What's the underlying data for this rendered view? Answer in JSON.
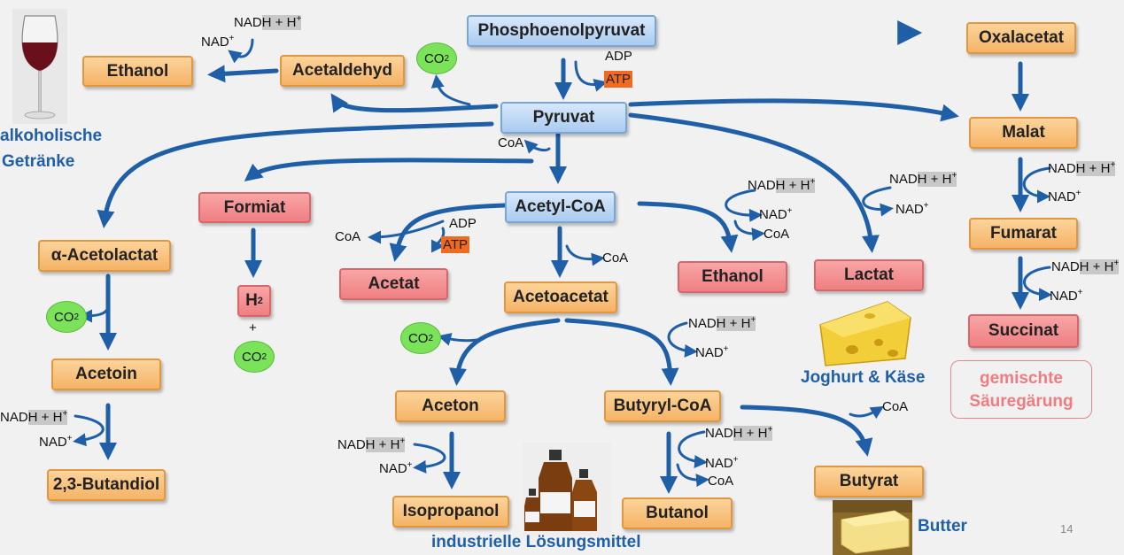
{
  "nodes": {
    "pep": "Phosphoenolpyruvat",
    "pyruvat": "Pyruvat",
    "acetyl_coa": "Acetyl-CoA",
    "oxalacetat": "Oxalacetat",
    "malat": "Malat",
    "fumarat": "Fumarat",
    "succinat": "Succinat",
    "ethanol_top": "Ethanol",
    "acetaldehyd": "Acetaldehyd",
    "formiat": "Formiat",
    "acetolactat": "α-Acetolactat",
    "acetoin": "Acetoin",
    "butandiol": "2,3-Butandiol",
    "acetat": "Acetat",
    "acetoacetat": "Acetoacetat",
    "ethanol_mid": "Ethanol",
    "lactat": "Lactat",
    "aceton": "Aceton",
    "butyryl_coa": "Butyryl-CoA",
    "isopropanol": "Isopropanol",
    "butanol": "Butanol",
    "butyrat": "Butyrat",
    "h2": "H",
    "h2_sub": "2"
  },
  "cofactors": {
    "nadh": "NADH + H",
    "nadh_plus": "+",
    "nad": "NAD",
    "nad_plus": "+",
    "adp": "ADP",
    "atp": "ATP",
    "coa": "CoA",
    "co2": "CO",
    "co2_sub": "2",
    "plus": "+"
  },
  "captions": {
    "alkoholische": "alkoholische",
    "getraenke": "Getränke",
    "joghurt": "Joghurt & Käse",
    "industrielle": "industrielle Lösungsmittel",
    "butter": "Butter",
    "mixed_line1": "gemischte",
    "mixed_line2": "Säuregärung"
  },
  "page_number": "14",
  "colors": {
    "arrow_blue": "#1f5fa8",
    "blue_box": "#a9cbf0",
    "orange_box": "#f5b366",
    "red_box": "#ef7f82",
    "co2_green": "#7be35a",
    "atp_orange": "#f26a21"
  }
}
